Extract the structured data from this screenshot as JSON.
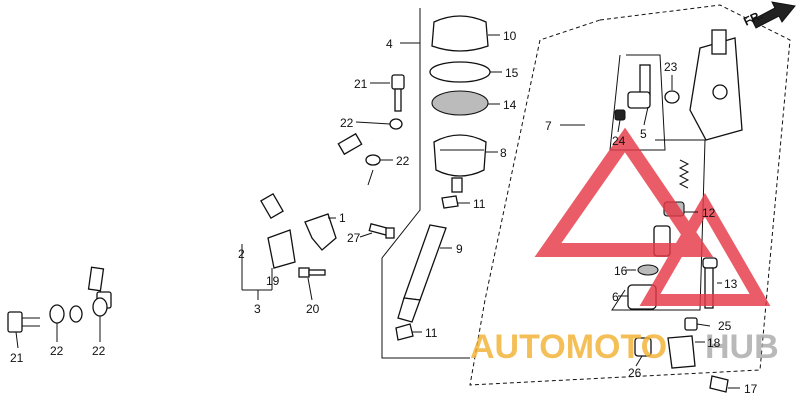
{
  "direction_label": "FR.",
  "watermark": {
    "brand_a": "AUTOMOTO",
    "brand_b": "HUB",
    "color_triangle": "#e63946",
    "color_text": "#f2b233"
  },
  "labels": {
    "p1": "1",
    "p2": "2",
    "p3": "3",
    "p4": "4",
    "p5": "5",
    "p6": "6",
    "p7": "7",
    "p8": "8",
    "p9": "9",
    "p10": "10",
    "p11a": "11",
    "p11b": "11",
    "p12": "12",
    "p13": "13",
    "p14": "14",
    "p15": "15",
    "p16": "16",
    "p17": "17",
    "p18": "18",
    "p19": "19",
    "p20": "20",
    "p21a": "21",
    "p21b": "21",
    "p22a": "22",
    "p22b": "22",
    "p22c": "22",
    "p22d": "22",
    "p23": "23",
    "p24": "24",
    "p25": "25",
    "p26": "26",
    "p27": "27"
  }
}
